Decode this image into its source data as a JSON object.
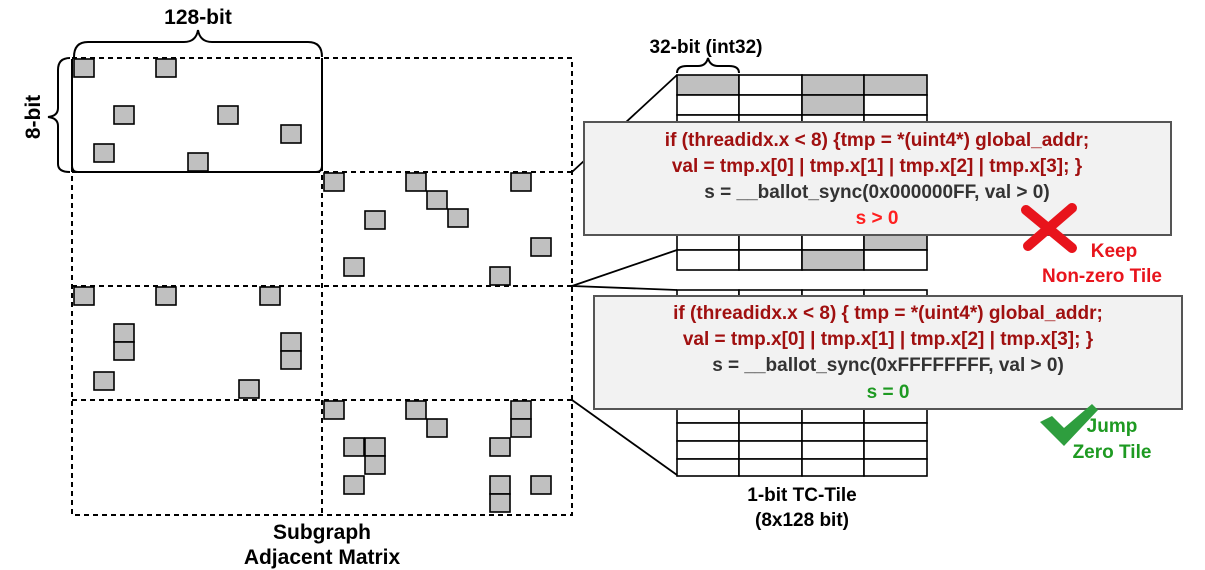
{
  "matrix": {
    "width_label": "128-bit",
    "height_label": "8-bit",
    "caption_line1": "Subgraph",
    "caption_line2": "Adjacent Matrix"
  },
  "tile": {
    "col_label": "32-bit (int32)",
    "caption_line1": "1-bit TC-Tile",
    "caption_line2": "(8x128 bit)"
  },
  "code_box_keep": {
    "line1": "if (threadidx.x < 8) {tmp = *(uint4*) global_addr;",
    "line2": "val = tmp.x[0] | tmp.x[1] | tmp.x[2] | tmp.x[3]; }",
    "line3": "s = __ballot_sync(0x000000FF, val > 0)",
    "result": "s > 0"
  },
  "code_box_jump": {
    "line1": "if (threadidx.x < 8) { tmp = *(uint4*) global_addr;",
    "line2": "val = tmp.x[0] | tmp.x[1] | tmp.x[2] | tmp.x[3]; }",
    "line3": "s = __ballot_sync(0xFFFFFFFF, val > 0)",
    "result": "s = 0"
  },
  "keep_note": {
    "line1": "Keep",
    "line2": "Non-zero Tile"
  },
  "jump_note": {
    "line1": "Jump",
    "line2": "Zero Tile"
  },
  "colors": {
    "code_red": "#a01010",
    "code_dark": "#333333",
    "result_red": "#ff2020",
    "result_green": "#1e9a22",
    "cross_red": "#e8141c",
    "check_green": "#2e9e3e",
    "nonzero_fill": "#c0c0c0"
  }
}
